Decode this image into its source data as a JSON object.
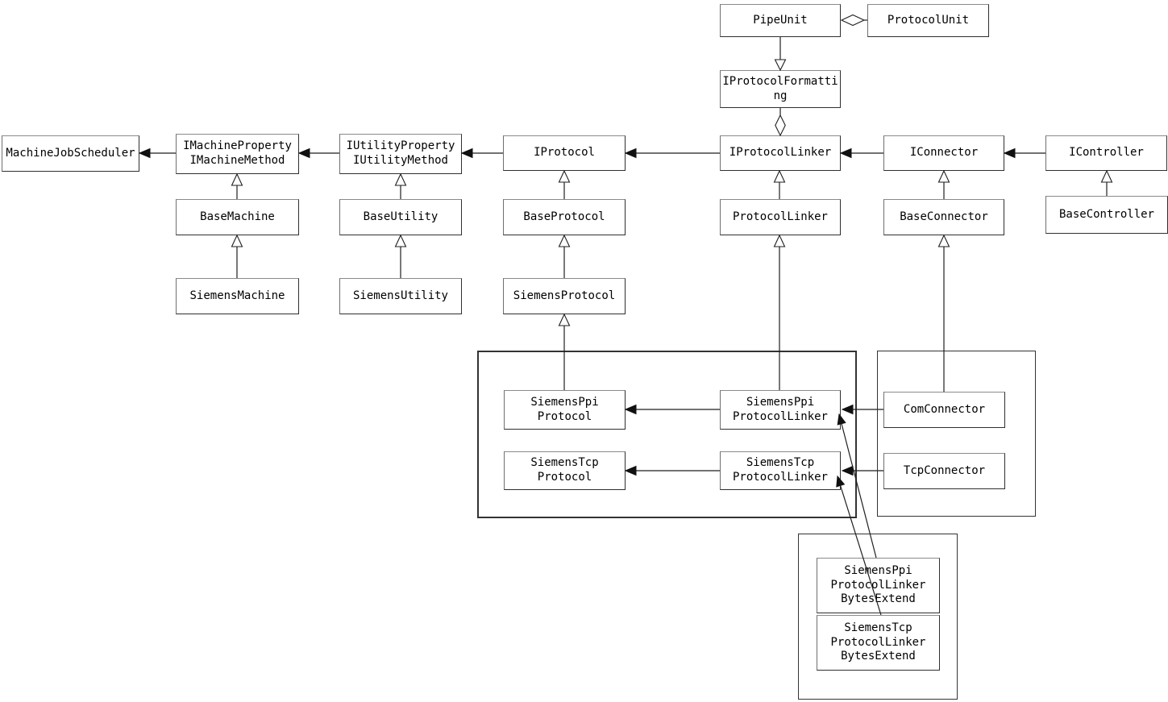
{
  "diagram": {
    "type": "uml-class-diagram",
    "colors": {
      "background": "#ffffff",
      "line": "#1f1f1f",
      "box_border": "#5a5a5a",
      "text": "#000000"
    },
    "nodes": {
      "pipeunit": {
        "label": "PipeUnit"
      },
      "protocolunit": {
        "label": "ProtocolUnit"
      },
      "iprotocolformatting": {
        "label": "IProtocolFormatti\nng"
      },
      "machinejobscheduler": {
        "label": "MachineJobScheduler"
      },
      "imachine": {
        "label": "IMachineProperty\nIMachineMethod"
      },
      "iutility": {
        "label": "IUtilityProperty\nIUtilityMethod"
      },
      "iprotocol": {
        "label": "IProtocol"
      },
      "iprotocollinker": {
        "label": "IProtocolLinker"
      },
      "iconnector": {
        "label": "IConnector"
      },
      "icontroller": {
        "label": "IController"
      },
      "basemachine": {
        "label": "BaseMachine"
      },
      "baseutility": {
        "label": "BaseUtility"
      },
      "baseprotocol": {
        "label": "BaseProtocol"
      },
      "protocollinker": {
        "label": "ProtocolLinker"
      },
      "baseconnector": {
        "label": "BaseConnector"
      },
      "basecontroller": {
        "label": "BaseController"
      },
      "siemensmachine": {
        "label": "SiemensMachine"
      },
      "siemensutility": {
        "label": "SiemensUtility"
      },
      "siemensprotocol": {
        "label": "SiemensProtocol"
      },
      "siemensppiprotocol": {
        "label": "SiemensPpi\nProtocol"
      },
      "siemensppiprotocollinker": {
        "label": "SiemensPpi\nProtocolLinker"
      },
      "siemenstcpprotocol": {
        "label": "SiemensTcp\nProtocol"
      },
      "siemenstcpprotocollinker": {
        "label": "SiemensTcp\nProtocolLinker"
      },
      "comconnector": {
        "label": "ComConnector"
      },
      "tcpconnector": {
        "label": "TcpConnector"
      },
      "ppibytesextend": {
        "label": "SiemensPpi\nProtocolLinker\nBytesExtend"
      },
      "tcpbytesextend": {
        "label": "SiemensTcp\nProtocolLinker\nBytesExtend"
      }
    },
    "edges": [
      {
        "from": "PipeUnit",
        "to": "ProtocolUnit",
        "type": "aggregation",
        "diamond_at": "PipeUnit"
      },
      {
        "from": "PipeUnit",
        "to": "IProtocolFormatting",
        "type": "generalization",
        "triangle_at": "IProtocolFormatting"
      },
      {
        "from": "IProtocolFormatting",
        "to": "IProtocolLinker",
        "type": "aggregation",
        "diamond_at": "IProtocolFormatting"
      },
      {
        "from": "IMachineProperty IMachineMethod",
        "to": "MachineJobScheduler",
        "type": "directed-association"
      },
      {
        "from": "IUtilityProperty IUtilityMethod",
        "to": "IMachineProperty IMachineMethod",
        "type": "directed-association"
      },
      {
        "from": "IProtocol",
        "to": "IUtilityProperty IUtilityMethod",
        "type": "directed-association"
      },
      {
        "from": "IProtocolLinker",
        "to": "IProtocol",
        "type": "directed-association"
      },
      {
        "from": "IConnector",
        "to": "IProtocolLinker",
        "type": "directed-association"
      },
      {
        "from": "IController",
        "to": "IConnector",
        "type": "directed-association"
      },
      {
        "from": "BaseMachine",
        "to": "IMachineProperty IMachineMethod",
        "type": "generalization"
      },
      {
        "from": "SiemensMachine",
        "to": "BaseMachine",
        "type": "generalization"
      },
      {
        "from": "BaseUtility",
        "to": "IUtilityProperty IUtilityMethod",
        "type": "generalization"
      },
      {
        "from": "SiemensUtility",
        "to": "BaseUtility",
        "type": "generalization"
      },
      {
        "from": "BaseProtocol",
        "to": "IProtocol",
        "type": "generalization"
      },
      {
        "from": "SiemensProtocol",
        "to": "BaseProtocol",
        "type": "generalization"
      },
      {
        "from": "SiemensPpiProtocol",
        "to": "SiemensProtocol",
        "type": "generalization"
      },
      {
        "from": "ProtocolLinker",
        "to": "IProtocolLinker",
        "type": "generalization"
      },
      {
        "from": "SiemensPpiProtocolLinker",
        "to": "ProtocolLinker",
        "type": "generalization"
      },
      {
        "from": "BaseConnector",
        "to": "IConnector",
        "type": "generalization"
      },
      {
        "from": "ComConnector",
        "to": "BaseConnector",
        "type": "generalization"
      },
      {
        "from": "BaseController",
        "to": "IController",
        "type": "generalization"
      },
      {
        "from": "SiemensPpiProtocolLinker",
        "to": "SiemensPpiProtocol",
        "type": "directed-association"
      },
      {
        "from": "SiemensTcpProtocolLinker",
        "to": "SiemensTcpProtocol",
        "type": "directed-association"
      },
      {
        "from": "ComConnector",
        "to": "SiemensPpiProtocolLinker",
        "type": "directed-association"
      },
      {
        "from": "TcpConnector",
        "to": "SiemensTcpProtocolLinker",
        "type": "directed-association"
      },
      {
        "from": "SiemensPpiProtocolLinkerBytesExtend",
        "to": "SiemensPpiProtocolLinker",
        "type": "generalization"
      },
      {
        "from": "SiemensTcpProtocolLinkerBytesExtend",
        "to": "SiemensTcpProtocolLinker",
        "type": "generalization"
      }
    ]
  }
}
